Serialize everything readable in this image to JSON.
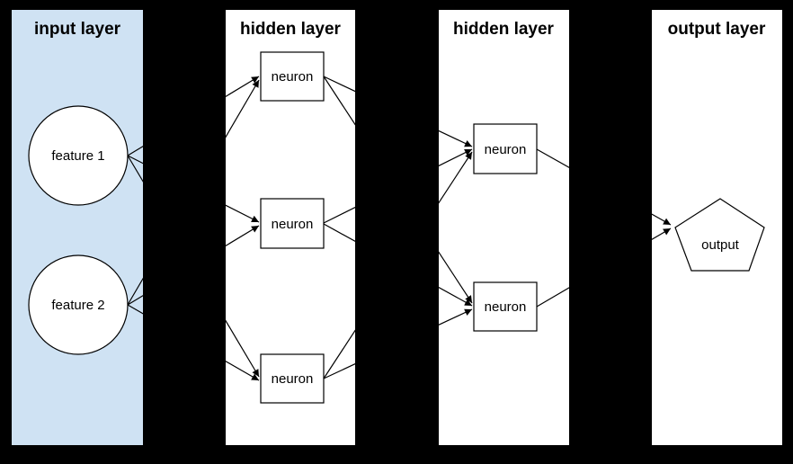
{
  "canvas": {
    "background": "#000000"
  },
  "colors": {
    "input_panel_fill": "#cfe2f3",
    "panel_fill": "#ffffff",
    "node_fill": "#ffffff",
    "line_color": "#000000",
    "text_color": "#000000"
  },
  "layers": [
    {
      "title": "input layer",
      "panel_color": "#cfe2f3",
      "nodes": [
        {
          "label": "feature 1",
          "shape": "circle"
        },
        {
          "label": "feature 2",
          "shape": "circle"
        }
      ]
    },
    {
      "title": "hidden layer",
      "panel_color": "#ffffff",
      "nodes": [
        {
          "label": "neuron",
          "shape": "rect"
        },
        {
          "label": "neuron",
          "shape": "rect"
        },
        {
          "label": "neuron",
          "shape": "rect"
        }
      ]
    },
    {
      "title": "hidden layer",
      "panel_color": "#ffffff",
      "nodes": [
        {
          "label": "neuron",
          "shape": "rect"
        },
        {
          "label": "neuron",
          "shape": "rect"
        }
      ]
    },
    {
      "title": "output layer",
      "panel_color": "#ffffff",
      "nodes": [
        {
          "label": "output",
          "shape": "pentagon"
        }
      ]
    }
  ]
}
